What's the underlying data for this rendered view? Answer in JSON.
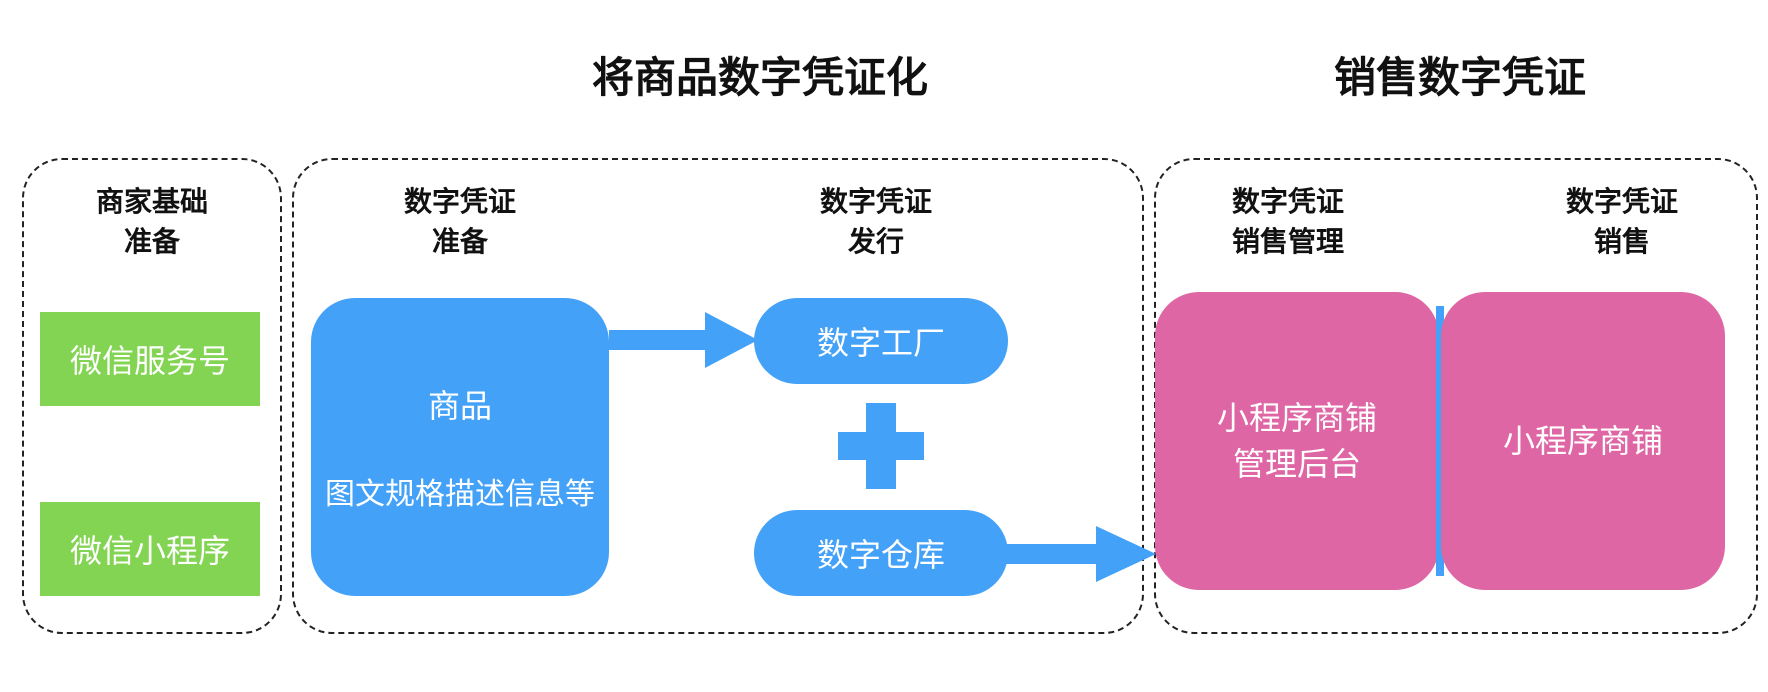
{
  "titles": {
    "left": "将商品数字凭证化",
    "right": "销售数字凭证"
  },
  "columns": {
    "merchant_prep": {
      "line1": "商家基础",
      "line2": "准备"
    },
    "voucher_prep": {
      "line1": "数字凭证",
      "line2": "准备"
    },
    "voucher_issue": {
      "line1": "数字凭证",
      "line2": "发行"
    },
    "voucher_sales_mgmt": {
      "line1": "数字凭证",
      "line2": "销售管理"
    },
    "voucher_sales": {
      "line1": "数字凭证",
      "line2": "销售"
    }
  },
  "merchant": {
    "service_account": "微信服务号",
    "mini_program": "微信小程序"
  },
  "goods": {
    "title": "商品",
    "subtitle": "图文规格描述信息等"
  },
  "issue": {
    "factory": "数字工厂",
    "warehouse": "数字仓库"
  },
  "sales": {
    "admin_line1": "小程序商铺",
    "admin_line2": "管理后台",
    "store": "小程序商铺"
  },
  "colors": {
    "green": "#82d452",
    "blue": "#44a1f8",
    "pink": "#df66a4"
  }
}
